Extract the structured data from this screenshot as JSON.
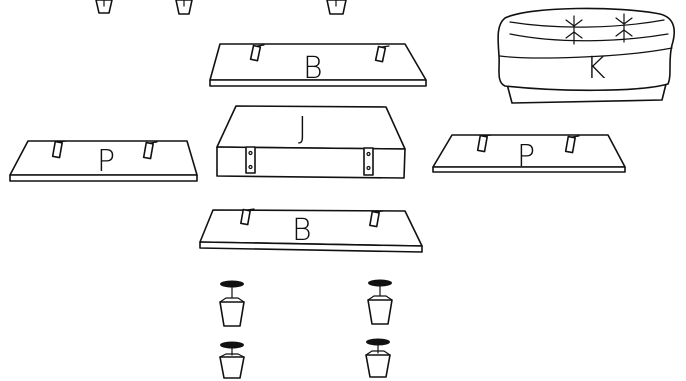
{
  "parts": {
    "board_top_label": "B",
    "board_bottom_label": "B",
    "board_left_label": "P",
    "board_right_label": "P",
    "box_label": "J",
    "cushion_label": "K"
  },
  "icons": [
    "leg-icon",
    "bracket-icon",
    "cushion-icon",
    "washer-icon"
  ]
}
